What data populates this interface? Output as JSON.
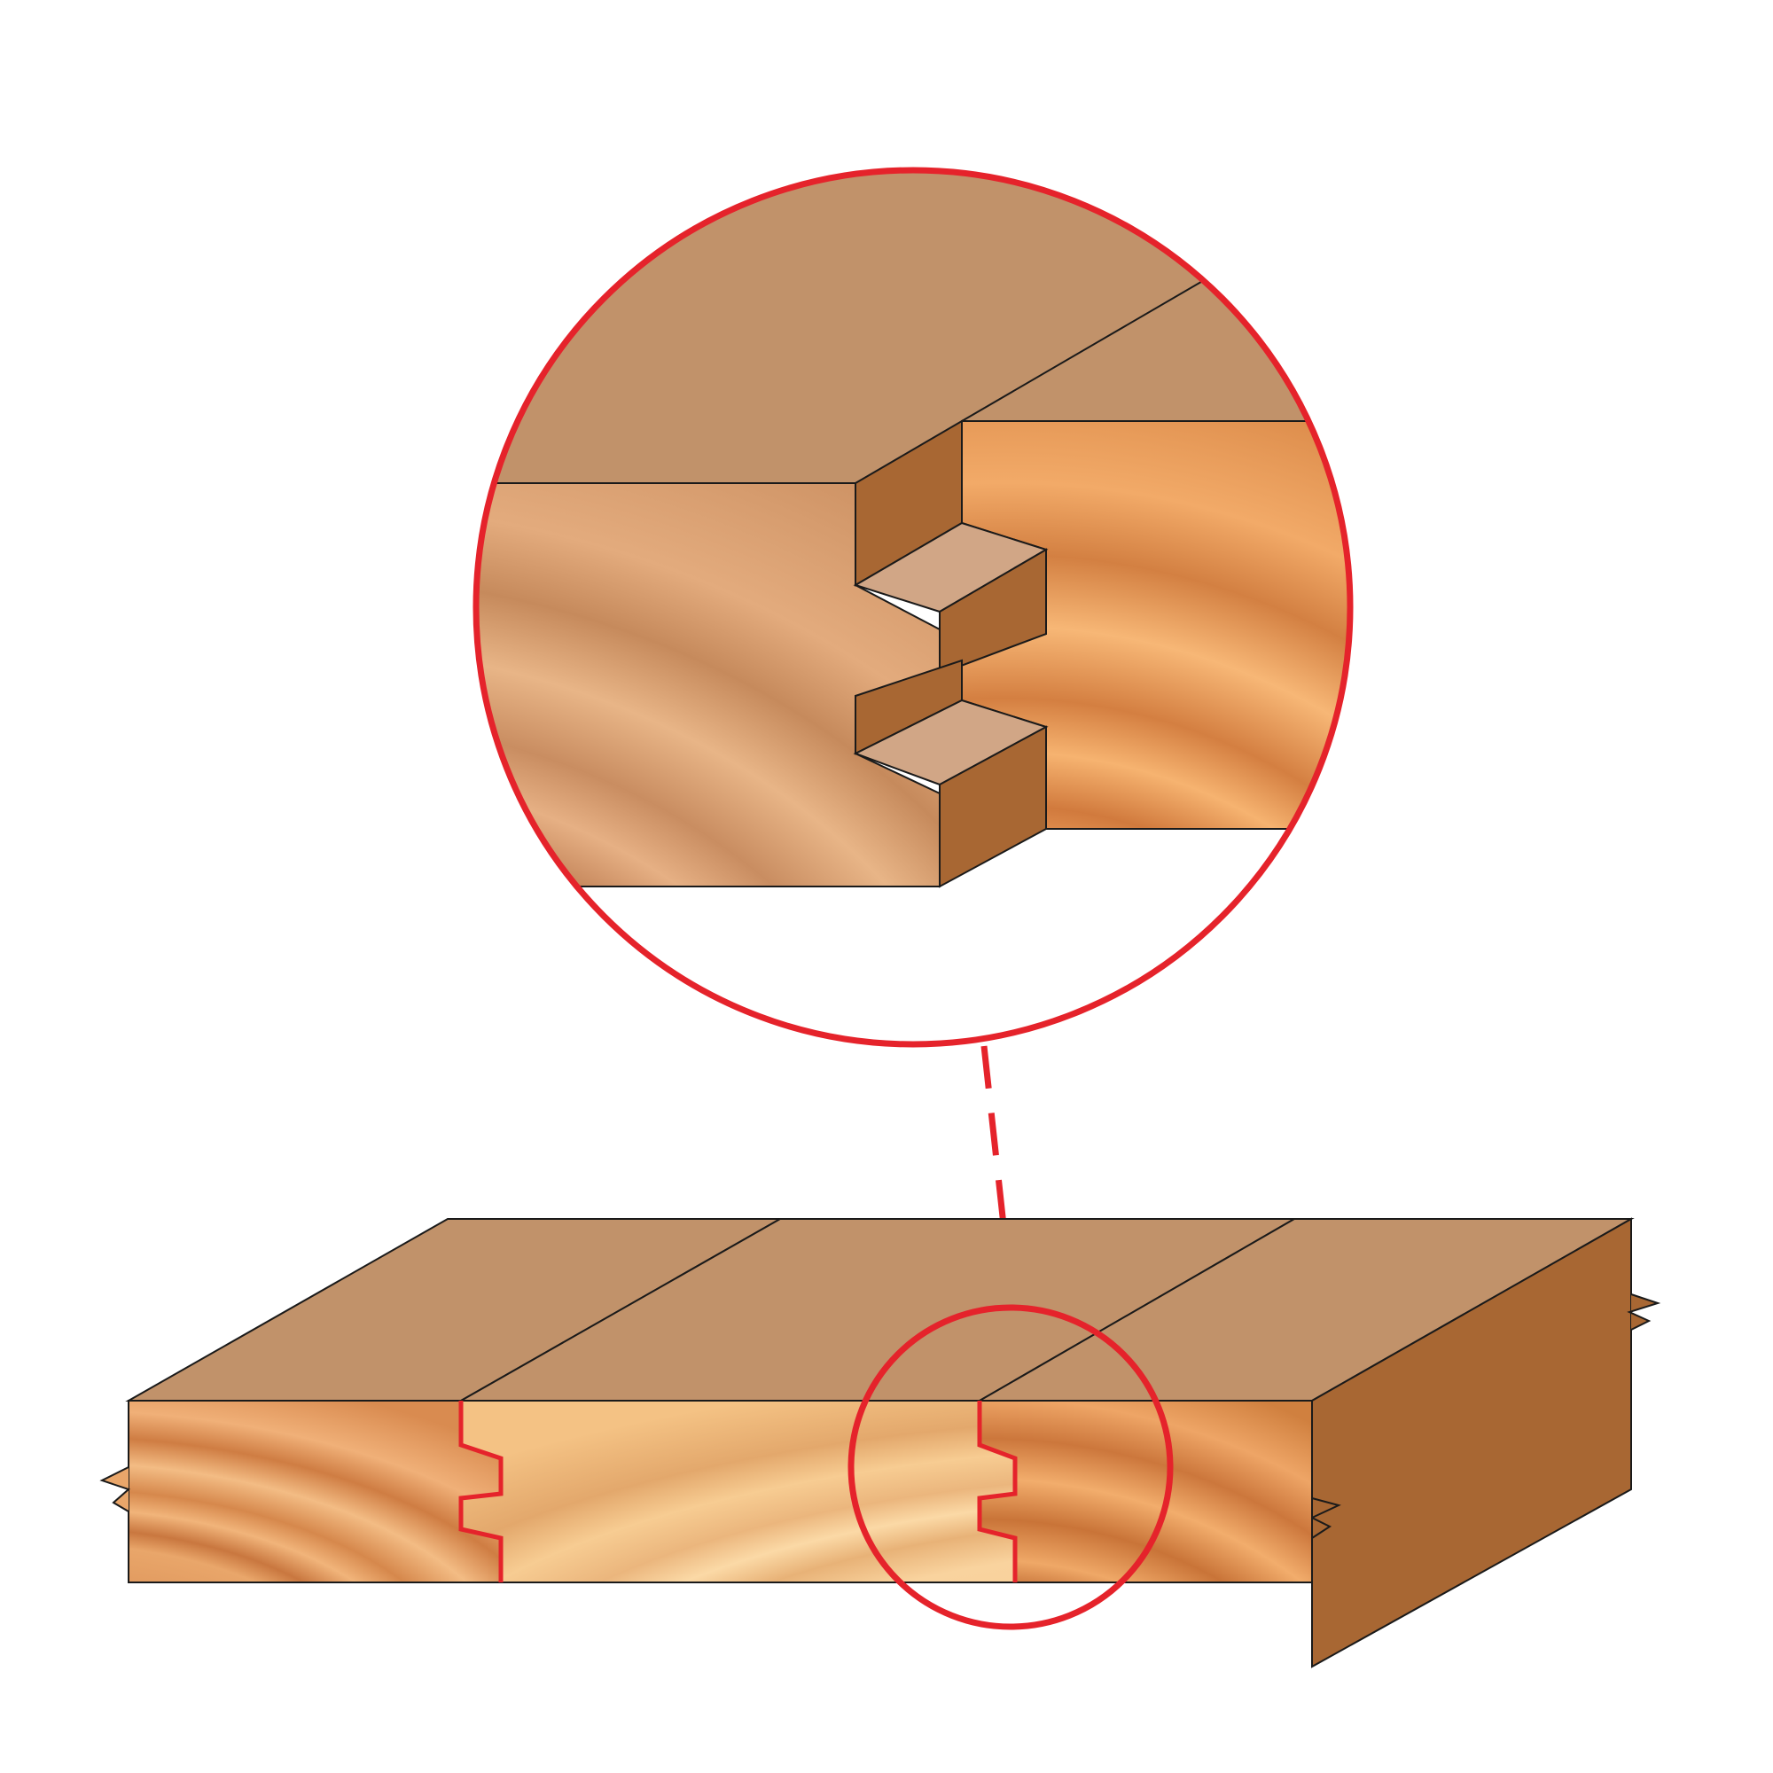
{
  "diagram": {
    "subject": "tongue-and-groove-wood-joint",
    "colors": {
      "background": "#ffffff",
      "callout_red": "#e5232b",
      "top_face": "#c1926a",
      "side_face": "#a86733",
      "tongue_top": "#d1a686",
      "outline": "#1a1a1a",
      "wood_light": "#f7c88c",
      "wood_mid": "#e9a66a",
      "wood_dark": "#c9773f",
      "wood_grain": "#b8652f"
    },
    "callout": {
      "style": "magnified-detail-circle",
      "connector": "dashed-line"
    },
    "boards_in_overview": 3,
    "joints_in_overview": 2,
    "tongues_per_joint": 2
  }
}
